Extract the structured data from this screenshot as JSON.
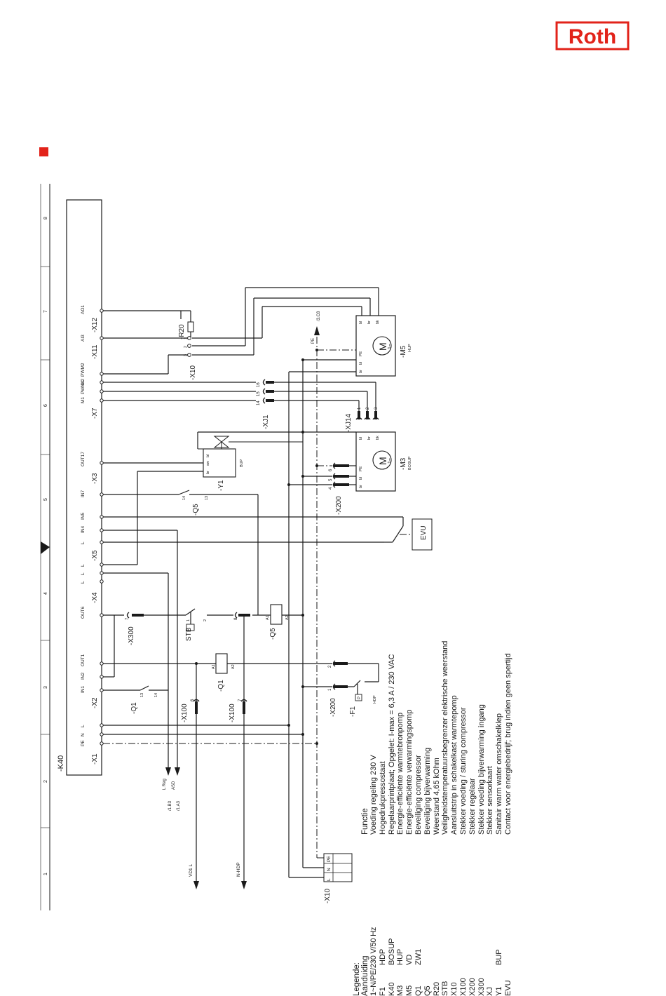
{
  "brand": {
    "logo_text": "Roth",
    "accent": "#e2231a"
  },
  "border": {
    "columns": [
      "1",
      "2",
      "3",
      "4",
      "5",
      "6",
      "7",
      "8"
    ]
  },
  "device": {
    "label": "-K40"
  },
  "terminals": {
    "X1": {
      "label": "-X1",
      "pins": [
        "PE",
        "N",
        "L"
      ]
    },
    "X2": {
      "label": "-X2",
      "pins": [
        "IN1",
        "IN2",
        "OUT1"
      ]
    },
    "X300a": {
      "label": "-X300",
      "pin": "OUT6"
    },
    "X4": {
      "label": "-X4",
      "pins": [
        "L",
        "L"
      ]
    },
    "X5": {
      "label": "-X5",
      "pins": [
        "L",
        "L",
        "IN4",
        "IN5",
        "IN7"
      ]
    },
    "X3": {
      "label": "-X3",
      "pin": "OUT17"
    },
    "X7": {
      "label": "-X7",
      "pins": [
        "M1",
        "PWM1",
        "M2",
        "PWM2"
      ]
    },
    "X11": {
      "label": "-X11",
      "pin": "AI3"
    },
    "X12": {
      "label": "-X12",
      "pin": "AO1"
    }
  },
  "components": {
    "Q1": {
      "label": "-Q1",
      "contact": [
        "13",
        "14"
      ],
      "coil": [
        "A1",
        "A2"
      ]
    },
    "Q5": {
      "label": "-Q5",
      "contact": [
        "13",
        "14"
      ],
      "coil": [
        "A1",
        "A2"
      ]
    },
    "STB": {
      "label": "STB",
      "pins": [
        "1",
        "2"
      ]
    },
    "F1": {
      "label": "-F1",
      "sub": "HDP",
      "p": "P"
    },
    "Y1": {
      "label": "-Y1",
      "sub": "BUP",
      "wires": [
        "br",
        "sw",
        "bl"
      ]
    },
    "R20": {
      "label": "-R20"
    },
    "X10b": {
      "label": "-X10",
      "pins": [
        "1",
        "2",
        "3"
      ]
    },
    "XJ1": {
      "label": "-XJ1",
      "pins": [
        "14",
        "15",
        "16"
      ]
    },
    "XJ14": {
      "label": "-XJ14",
      "pins": [
        "1",
        "2",
        "3"
      ]
    },
    "X200": {
      "label": "-X200",
      "pins": [
        "4",
        "5",
        "6"
      ]
    },
    "X200b": {
      "label": "-X200",
      "pins": [
        "1",
        "2"
      ]
    },
    "X100": {
      "label": "-X100",
      "pin": "6"
    },
    "X100b": {
      "label": "-X100",
      "pin": "7"
    },
    "X300c": {
      "label": "-X300",
      "pin": "8"
    },
    "M3": {
      "label": "-M3",
      "sub": "BOSUP",
      "motor": "M",
      "phase": "1~",
      "wires_a": [
        "br",
        "bl",
        "PE"
      ],
      "wires_b": [
        "bl",
        "br",
        "bk"
      ]
    },
    "M5": {
      "label": "-M5",
      "sub": "HUP",
      "motor": "M",
      "phase": "1~",
      "wires_a": [
        "br",
        "bl",
        "PE"
      ],
      "wires_b": [
        "bl",
        "br",
        "bk"
      ]
    },
    "EVU": {
      "label": "EVU"
    },
    "X10": {
      "label": "-X10",
      "pins": [
        "L",
        "N",
        "PE"
      ]
    },
    "PEref": {
      "label": "PE",
      "ref": "/3.C8"
    }
  },
  "arrows": {
    "lreg": {
      "ref": "/1.B3",
      "label": "L Reg"
    },
    "asd": {
      "ref": "/1.A3",
      "label": "ASD"
    },
    "vd1": {
      "label": "VD1 L"
    },
    "nhdp": {
      "label": "N-HDP"
    }
  },
  "legend": {
    "title": "Legende:",
    "header1": "Aanduiding",
    "header2": "Functie",
    "rows": [
      {
        "code": "1~N/PE/230 V/50 Hz",
        "sub": "",
        "func": "Voeding regeling 230 V"
      },
      {
        "code": "F1",
        "sub": "HDP",
        "func": "Hogedrukpressostaat"
      },
      {
        "code": "K40",
        "sub": "BOSUP",
        "func": "Regelaarprintplaat; Opgelet: I-max = 6,3 A / 230 VAC"
      },
      {
        "code": "M3",
        "sub": "HUP",
        "func": "Energie-efficiënte warmtebronpomp"
      },
      {
        "code": "M5",
        "sub": "VD",
        "func": "Energie-efficiënte verwarmingspomp"
      },
      {
        "code": "Q1",
        "sub": "ZW1",
        "func": "Beveiliging compressor"
      },
      {
        "code": "Q5",
        "sub": "",
        "func": "Beveiliging bijverwarming"
      },
      {
        "code": "R20",
        "sub": "",
        "func": "Weerstand 4,65 kOhm"
      },
      {
        "code": "STB",
        "sub": "",
        "func": "Veiligheidstemperatuursbegrenzer elektrische weerstand"
      },
      {
        "code": "X10",
        "sub": "",
        "func": "Aansluitstrip in schakelkast warmtepomp"
      },
      {
        "code": "X100",
        "sub": "",
        "func": "Stekker voeding / sturing compressor"
      },
      {
        "code": "X200",
        "sub": "",
        "func": "Stekker regelaar"
      },
      {
        "code": "X300",
        "sub": "",
        "func": "Stekker voeding bijverwarming ingang"
      },
      {
        "code": "XJ",
        "sub": "",
        "func": "Stekker sensorkaart"
      },
      {
        "code": "Y1",
        "sub": "BUP",
        "func": "Sanitair warm water omschakelklep"
      },
      {
        "code": "EVU",
        "sub": "",
        "func": "Contact voor energiebedrijf; brug indien geen spertijd"
      }
    ]
  }
}
